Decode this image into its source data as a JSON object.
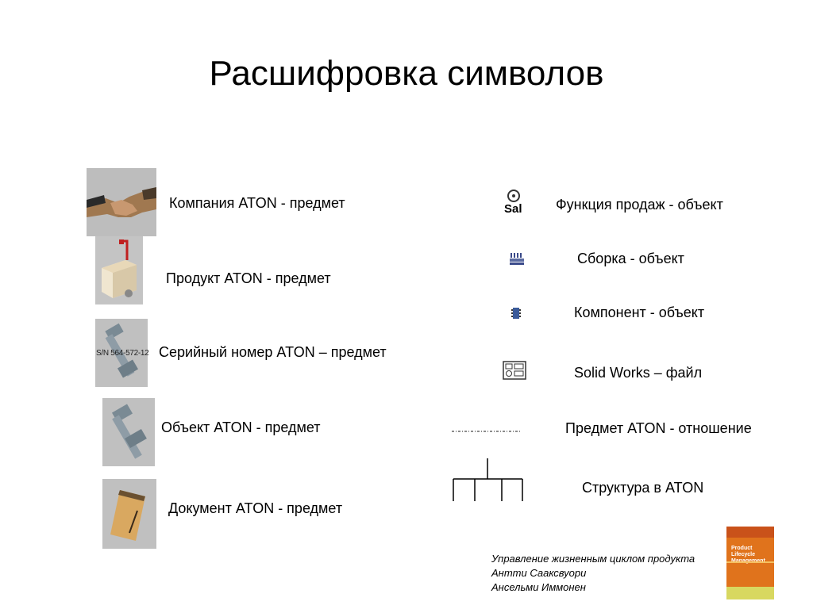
{
  "slide": {
    "title": "Расшифровка символов"
  },
  "left_items": [
    {
      "label": "Компания ATON - предмет",
      "icon": "handshake-icon"
    },
    {
      "label": "Продукт ATON - предмет",
      "icon": "box-cart-icon"
    },
    {
      "label": "Серийный номер ATON – предмет",
      "icon": "bolt-serial-icon",
      "icon_text": "S/N 564-572-12"
    },
    {
      "label": "Объект ATON - предмет",
      "icon": "bolt-icon"
    },
    {
      "label": "Документ ATON - предмет",
      "icon": "notepad-icon"
    }
  ],
  "right_items": [
    {
      "label": "Функция продаж - объект",
      "icon": "sales-function-icon",
      "icon_text": "Sal"
    },
    {
      "label": "Сборка - объект",
      "icon": "assembly-icon"
    },
    {
      "label": "Компонент - объект",
      "icon": "component-chip-icon"
    },
    {
      "label": "Solid Works – файл",
      "icon": "solidworks-file-icon"
    },
    {
      "label": "Предмет ATON - отношение",
      "icon": "dashed-relation-line"
    },
    {
      "label": "Структура в ATON",
      "icon": "tree-structure-icon"
    }
  ],
  "credit": {
    "line1": "Управление жизненным циклом продукта",
    "line2": "Антти Сааксвуори",
    "line3": "Ансельми Иммонен"
  },
  "book": {
    "title": "Product Lifecycle Management"
  }
}
